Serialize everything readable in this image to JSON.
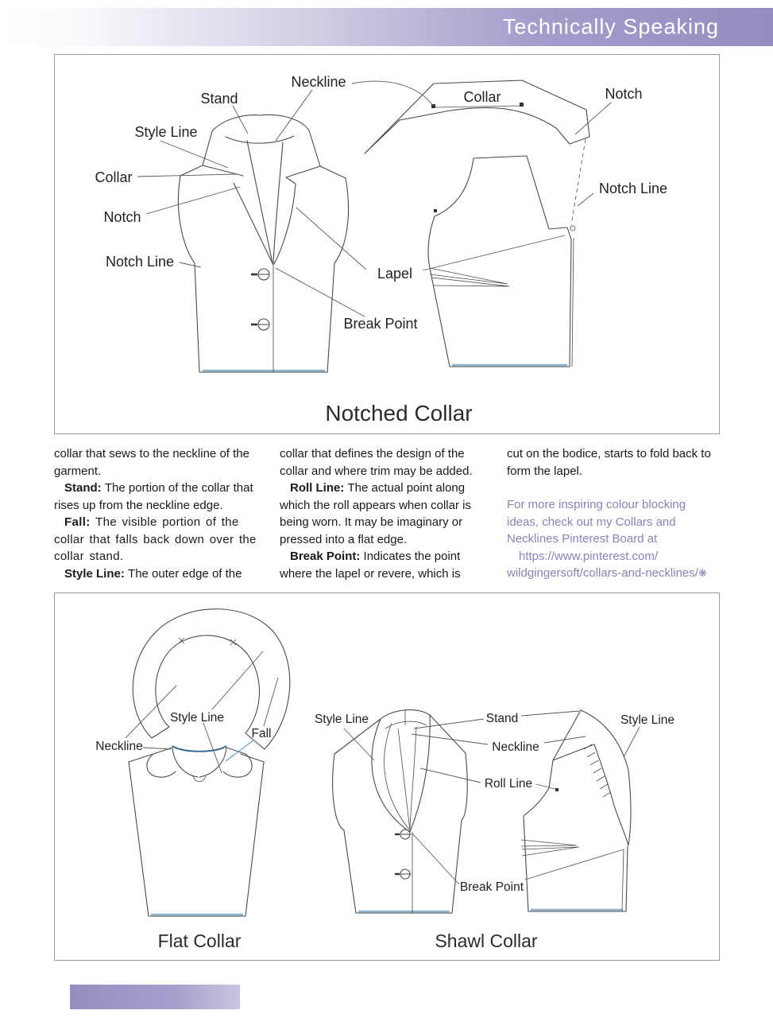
{
  "header": {
    "title": "Technically Speaking"
  },
  "notched_diagram": {
    "title": "Notched Collar",
    "labels": {
      "stand": "Stand",
      "neckline": "Neckline",
      "style_line": "Style Line",
      "collar_garment": "Collar",
      "notch_garment": "Notch",
      "notch_line_garment": "Notch Line",
      "collar_pattern": "Collar",
      "notch_pattern": "Notch",
      "notch_line_pattern": "Notch Line",
      "lapel": "Lapel",
      "break_point": "Break Point"
    }
  },
  "article": {
    "col1": [
      {
        "lead": "",
        "text": "collar that sews to the neckline of the garment."
      },
      {
        "lead": "Stand:",
        "text": "The portion of the collar that rises up from the neckline edge."
      },
      {
        "lead": "Fall:",
        "text": "The visible portion of the collar that falls back down over the collar stand."
      },
      {
        "lead": "Style Line:",
        "text": "The outer edge of the"
      }
    ],
    "col2": [
      {
        "lead": "",
        "text": "collar that defines the design of the collar and where trim may be added."
      },
      {
        "lead": "Roll Line:",
        "text": "The actual point along which the roll appears when collar is being worn. It may be imaginary or pressed into a flat edge."
      },
      {
        "lead": "Break Point:",
        "text": "Indicates the point where the lapel or revere, which is"
      }
    ],
    "col3": [
      {
        "lead": "",
        "text": "cut on the bodice, starts to fold back to form the lapel."
      }
    ],
    "promo": {
      "text": "For more inspiring colour blocking ideas, check out my Collars and Necklines Pinterest Board at",
      "link_line1": "https://www.pinterest.com/",
      "link_line2": "wildgingersoft/collars-and-necklines/",
      "icon": "❋"
    }
  },
  "flat_shawl_diagram": {
    "flat_title": "Flat Collar",
    "shawl_title": "Shawl Collar",
    "flat_labels": {
      "style_line": "Style Line",
      "fall": "Fall",
      "neckline": "Neckline"
    },
    "shawl_labels": {
      "style_line_left": "Style Line",
      "stand": "Stand",
      "neckline": "Neckline",
      "roll_line": "Roll Line",
      "break_point": "Break Point",
      "style_line_right": "Style Line"
    }
  },
  "colors": {
    "header_purple": "#968dc0",
    "link_purple": "#8783b5",
    "hem_blue": "#8fb3cc",
    "neckline_blue": "#2d6087"
  }
}
